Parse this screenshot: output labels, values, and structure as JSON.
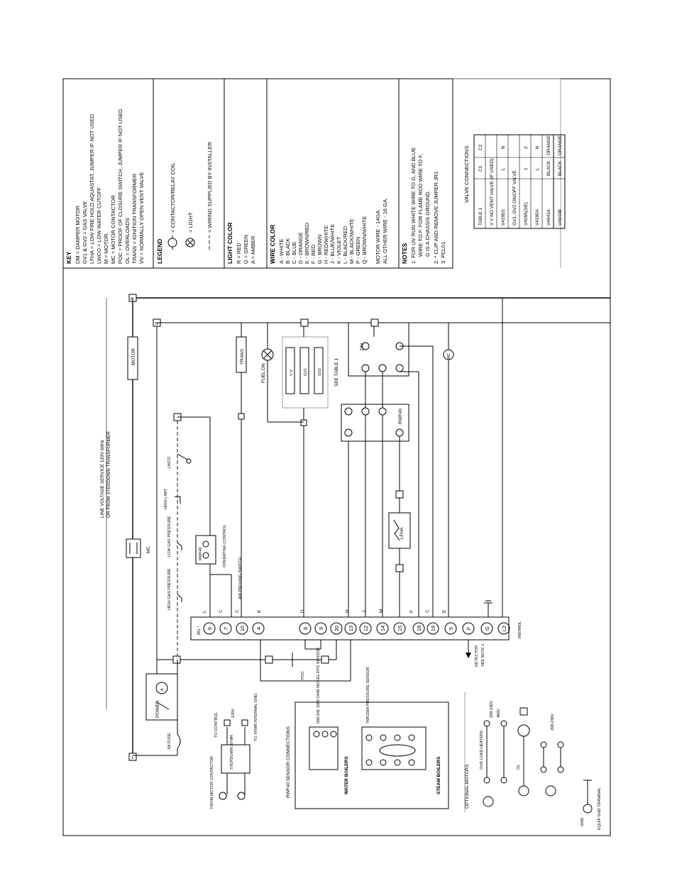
{
  "key": {
    "title": "KEY",
    "lines": [
      "DM = DAMPER MOTOR",
      "GV1 & GV2 = GAS VALVE",
      "LFHA = LOW FIRE HOLD AQUASTAT, JUMPER IF NOT USED",
      "LWCO = LOW WATER CUTOFF",
      "M = MOTOR",
      "MC = MOTOR CONTACTOR",
      "POC = PROOF OF CLOSURE SWITCH, JUMPER IF NOT USED",
      "OL = OVERLOADS",
      "TRANS = IGNITION TRANSFORMER",
      "VV = NORMALLY OPEN VENT VALVE"
    ]
  },
  "legend": {
    "title": "LEGEND",
    "items": [
      "= CONTACTOR/RELAY COIL",
      "= LIGHT",
      "= WIRING SUPPLIED BY INSTALLER"
    ]
  },
  "light_color": {
    "title": "LIGHT COLOR",
    "items": [
      "R = RED",
      "G = GREEN",
      "A = AMBER"
    ]
  },
  "wire_color": {
    "title": "WIRE COLOR",
    "items": [
      "A - WHITE",
      "B - BLACK",
      "C - BLUE",
      "D - ORANGE",
      "E - BROWN/RED",
      "F - RED",
      "G - BROWN",
      "H - RED/WHITE",
      "J - BLUE/WHITE",
      "K - VIOLET",
      "L - BLACK/RED",
      "M - BLACK/WHITE",
      "P - GREEN",
      "Q - BROWN/WHITE"
    ],
    "footer": [
      "MOTOR WIRE - 14GA.",
      "ALL OTHER WIRE - 16 GA."
    ]
  },
  "notes": {
    "title": "NOTES",
    "items": [
      "1. FOR UV RUN WHITE WIRE TO G, AND BLUE",
      "WIRE TO F. FOR FLAME ROD WIRE TO F,",
      "G IS A CHASSIS GROUND.",
      "2. * CLIP AND REMOVE JUMPER JR1",
      "3. PCL01"
    ]
  },
  "valve_table": {
    "title": "VALVE CONNECTIONS",
    "header": [
      "TABLE 1",
      "C1",
      "C2"
    ],
    "rows": [
      [
        "V V NO VENT VALVE (IF USED)",
        "",
        ""
      ],
      [
        "V4295S",
        "L",
        "N"
      ],
      [
        "GV1, GV2 ON/OFF VALVE",
        "",
        ""
      ],
      [
        "V4055(3/E)",
        "1",
        "2"
      ],
      [
        "V4295A",
        "L",
        "N"
      ],
      [
        "V4943A",
        "BLACK",
        "ORANGE"
      ],
      [
        "V4943B",
        "BLACK",
        "ORANGE"
      ]
    ]
  },
  "diagram": {
    "line_voltage": "LINE VOLTAGE SERVICE 120V 60Hz",
    "line_voltage2": "OR FROM STEPDOWN TRANSFORMER",
    "terminal_strip_label": "RM7840L",
    "jr1_label": "JR1 *",
    "terminals": [
      "6",
      "7",
      "10",
      "4",
      "8",
      "9",
      "20",
      "13",
      "12",
      "14",
      "15",
      "18",
      "19",
      "5",
      "F",
      "G",
      "L2"
    ],
    "wire_letters": [
      "L",
      "C",
      "C",
      "K",
      "D",
      "H",
      "J",
      "M",
      "F",
      "C",
      "E"
    ],
    "labels": {
      "motor": "MOTOR",
      "trans": "TRANS",
      "mc": "MC",
      "power": "POWER",
      "fuse": "6A FUSE",
      "lwco": "LWCO",
      "high_limit": "HIGH LIMIT",
      "low_gas": "LOW GAS PRESSURE",
      "high_gas": "HIGH GAS PRESSURE",
      "air_proving": "AIR PROVING SWITCH",
      "operating_control": "OPERATING CONTROL",
      "rwf40": "RWF40",
      "fuel_on": "FUEL ON",
      "see_table": "SEE TABLE 1",
      "lfha": "LFHA",
      "poc": "POC",
      "detector": "DETECTOR",
      "see_note": "SEE NOTE 1",
      "dm": "DM",
      "stepdown": "STEPDOWN XFMR",
      "to_control": "TO CONTROL",
      "v120": "120V",
      "to_xfmr": "TO XFMR INTERNAL GND.",
      "from_motor": "FROM MOTOR CONTACTOR",
      "sensor_title": "RWF40 SENSOR CONNECTIONS",
      "rtd_sensor": "556-541 1000 OHM NICKEL RTD SENSOR",
      "pressure_sensor": "7MF1564 PRESSURE SENSOR",
      "water_boilers": "WATER BOILERS",
      "steam_boilers": "STEAM BOILERS",
      "optional_motors": "OPTIONAL MOTORS",
      "ovr_load": "OVR LOAD HEATERS",
      "v208_230": "208-230V",
      "v460": "460V",
      "v208_230b": "208-230V",
      "ol": "OL",
      "equip_gnd": "EQUIP GND TERMINAL",
      "gnd": "GND"
    }
  }
}
